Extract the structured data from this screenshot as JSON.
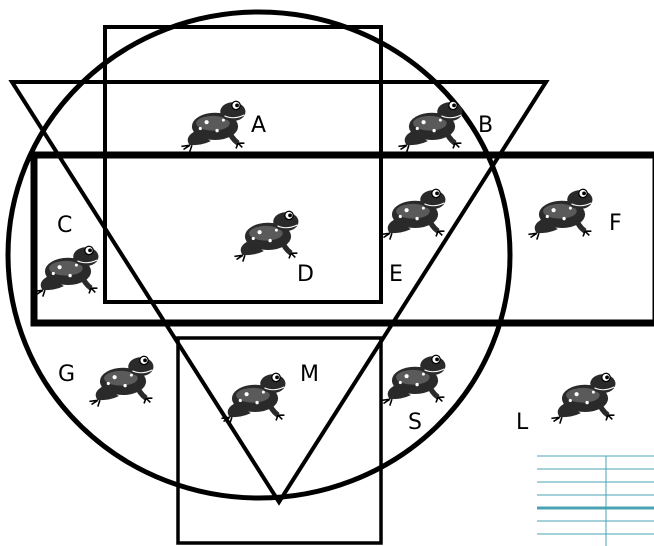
{
  "diagram": {
    "labels": {
      "A": "A",
      "B": "B",
      "C": "C",
      "D": "D",
      "E": "E",
      "F": "F",
      "G": "G",
      "M": "M",
      "S": "S",
      "L": "L"
    },
    "frog_icon": "frog-icon",
    "corner_table": {
      "line_color": "#4aa3b5",
      "rows": 7,
      "columns": 2
    }
  }
}
